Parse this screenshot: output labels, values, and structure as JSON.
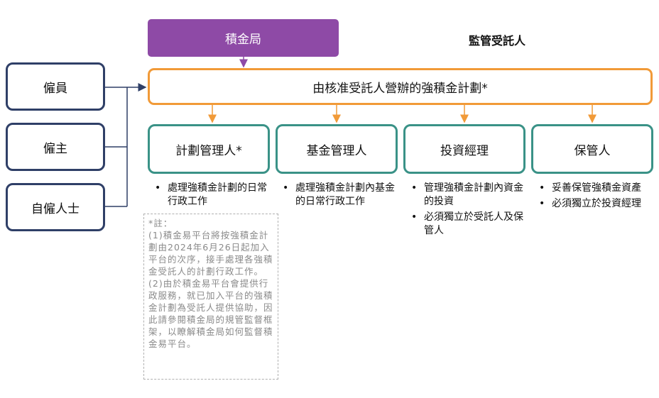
{
  "mpf_authority": "積金局",
  "trustee_label": "監管受託人",
  "scheme": "由核准受託人營辦的強積金計劃*",
  "parties": [
    {
      "label": "僱員"
    },
    {
      "label": "僱主"
    },
    {
      "label": "自僱人士"
    }
  ],
  "roles": [
    {
      "label": "計劃管理人*",
      "bullets": [
        "處理強積金計劃的日常行政工作"
      ]
    },
    {
      "label": "基金管理人",
      "bullets": [
        "處理強積金計劃內基金的日常行政工作"
      ]
    },
    {
      "label": "投資經理",
      "bullets": [
        "管理強積金計劃內資金的投資",
        "必須獨立於受託人及保管人"
      ]
    },
    {
      "label": "保管人",
      "bullets": [
        "妥善保管強積金資產",
        "必須獨立於投資經理"
      ]
    }
  ],
  "note": {
    "heading": "*註：",
    "items": [
      "(1)積金易平台將按強積金計劃由2024年6月26日起加入平台的次序，接手處理各強積金受託人的計劃行政工作。",
      "(2)由於積金易平台會提供行政服務，就已加入平台的強積金計劃為受託人提供協助，因此請參閱積金局的規管監督框架，以瞭解積金局如何監督積金易平台。"
    ]
  },
  "colors": {
    "mpf": "#8e4aa6",
    "party_border": "#2f3f67",
    "scheme_border": "#f19a38",
    "role_border": "#3a9287",
    "connector_dark": "#2f3f67",
    "connector_orange": "#f19a38",
    "connector_purple": "#8e4aa6"
  }
}
